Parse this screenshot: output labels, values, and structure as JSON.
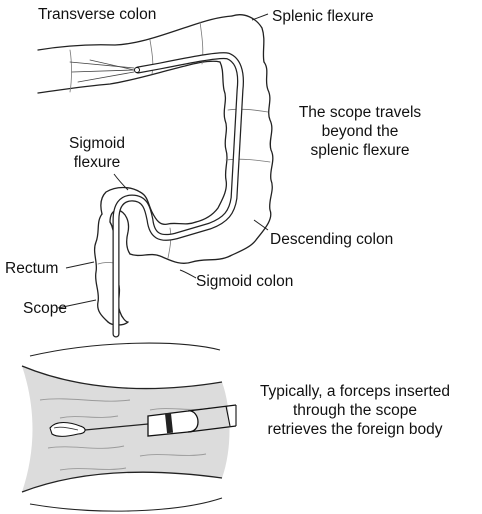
{
  "labels": {
    "transverse_colon": "Transverse colon",
    "splenic_flexure": "Splenic flexure",
    "scope_travels": [
      "The scope travels",
      "beyond the",
      "splenic flexure"
    ],
    "sigmoid_flexure": [
      "Sigmoid",
      "flexure"
    ],
    "rectum": "Rectum",
    "scope": "Scope",
    "descending_colon": "Descending colon",
    "sigmoid_colon": "Sigmoid colon",
    "forceps_caption": [
      "Typically, a forceps inserted",
      "through the scope",
      "retrieves the foreign body"
    ]
  }
}
